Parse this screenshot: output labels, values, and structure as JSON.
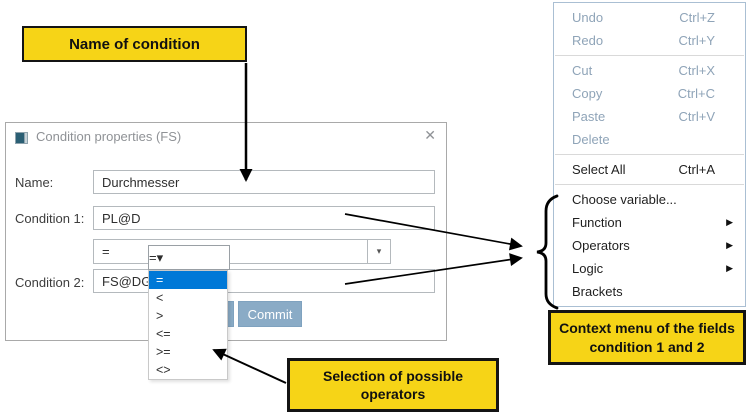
{
  "annotations": {
    "name_of_condition": "Name of condition",
    "selection_of_operators": [
      "Selection of possible",
      "operators"
    ],
    "context_menu_caption": [
      "Context menu  of the fields",
      "condition 1 and 2"
    ]
  },
  "dialog": {
    "title": "Condition properties (FS)",
    "fields": [
      {
        "label": "Name:",
        "value": "Durchmesser"
      },
      {
        "label": "Condition 1:",
        "value": "PL@D"
      },
      {
        "label": "Condition 2:",
        "value": "FS@DG"
      }
    ],
    "operator_combo": {
      "value": "="
    },
    "buttons": {
      "commit": "Commit"
    }
  },
  "operator_dropdown": {
    "value": "=",
    "options": [
      "=",
      "<",
      ">",
      "<=",
      ">=",
      "<>"
    ],
    "selected_index": 0
  },
  "context_menu": {
    "items": [
      {
        "label": "Undo",
        "shortcut": "Ctrl+Z",
        "disabled": true
      },
      {
        "label": "Redo",
        "shortcut": "Ctrl+Y",
        "disabled": true
      },
      {
        "label": "Cut",
        "shortcut": "Ctrl+X",
        "disabled": true
      },
      {
        "label": "Copy",
        "shortcut": "Ctrl+C",
        "disabled": true
      },
      {
        "label": "Paste",
        "shortcut": "Ctrl+V",
        "disabled": true
      },
      {
        "label": "Delete",
        "shortcut": "",
        "disabled": true
      },
      {
        "label": "Select All",
        "shortcut": "Ctrl+A",
        "disabled": false
      },
      {
        "label": "Choose variable...",
        "shortcut": "",
        "disabled": false
      },
      {
        "label": "Function",
        "submenu": true,
        "disabled": false
      },
      {
        "label": "Operators",
        "submenu": true,
        "disabled": false
      },
      {
        "label": "Logic",
        "submenu": true,
        "disabled": false
      },
      {
        "label": "Brackets",
        "disabled": false
      }
    ]
  },
  "icons": {
    "close": "✕",
    "dropdown": "▾",
    "submenu": "▶"
  },
  "colors": {
    "callout_yellow": "#F6D417",
    "selection_blue": "#0078D7",
    "commit_button": "#8AABC6",
    "disabled_menu_text": "#8FA4B8"
  }
}
